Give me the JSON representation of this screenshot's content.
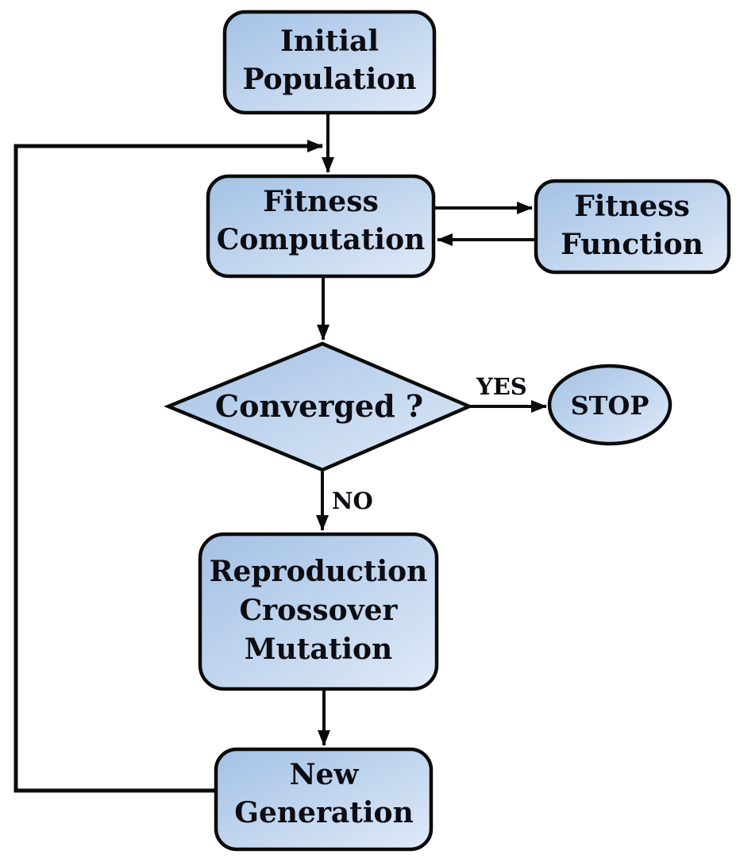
{
  "diagram": {
    "type": "flowchart",
    "colors": {
      "node_fill_dark": "#a3c1e5",
      "node_fill_light": "#dfeaf8",
      "border": "#0b0b0b",
      "text": "#0c0c12",
      "background": "#ffffff"
    },
    "nodes": {
      "initial_population": {
        "lines": [
          "Initial",
          "Population"
        ]
      },
      "fitness_computation": {
        "lines": [
          "Fitness",
          "Computation"
        ]
      },
      "fitness_function": {
        "lines": [
          "Fitness",
          "Function"
        ]
      },
      "converged": {
        "label": "Converged ?"
      },
      "stop": {
        "label": "STOP"
      },
      "reproduction": {
        "lines": [
          "Reproduction",
          "Crossover",
          "Mutation"
        ]
      },
      "new_generation": {
        "lines": [
          "New",
          "Generation"
        ]
      }
    },
    "edge_labels": {
      "yes": "YES",
      "no": "NO"
    }
  }
}
